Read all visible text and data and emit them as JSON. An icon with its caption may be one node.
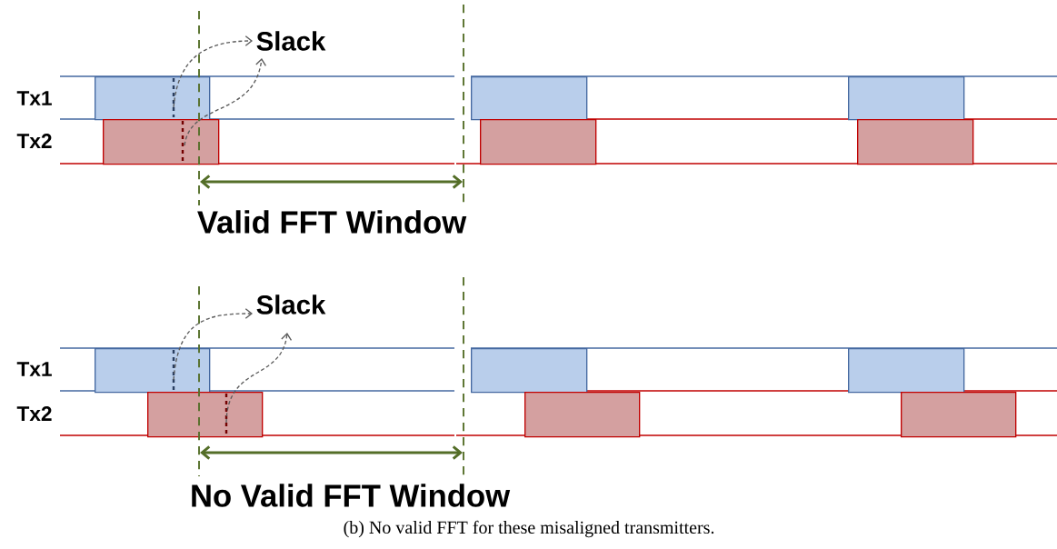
{
  "diagram": {
    "caption": "(b) No valid FFT for these misaligned transmitters.",
    "nodes": [
      {
        "text": [
          "Slack"
        ]
      },
      {
        "text": [],
        "shape": "bar"
      },
      {
        "text": [],
        "shape": "bar"
      },
      {
        "text": [],
        "shape": "bar"
      },
      {
        "text": [],
        "shape": "bar"
      },
      {
        "text": [],
        "shape": "bar"
      },
      {
        "text": [],
        "shape": "bar"
      },
      {
        "text": [
          "Slack"
        ]
      },
      {
        "text": [],
        "shape": "bar"
      },
      {
        "text": [],
        "shape": "bar"
      },
      {
        "text": [],
        "shape": "bar"
      },
      {
        "text": [],
        "shape": "bar"
      },
      {
        "text": [],
        "shape": "bar"
      },
      {
        "text": [],
        "shape": "bar"
      }
    ],
    "edges": [
      {
        "from": 1,
        "to": 0,
        "arrow": "to"
      },
      {
        "from": 2,
        "to": 0,
        "arrow": "to"
      },
      {
        "from": 8,
        "to": 7,
        "arrow": "to"
      },
      {
        "from": 9,
        "to": 7,
        "arrow": "to"
      }
    ],
    "labels": [
      "Tx1",
      "Tx2",
      "Valid FFT Window",
      "Tx1",
      "Tx2",
      "No Valid FFT Window"
    ]
  }
}
